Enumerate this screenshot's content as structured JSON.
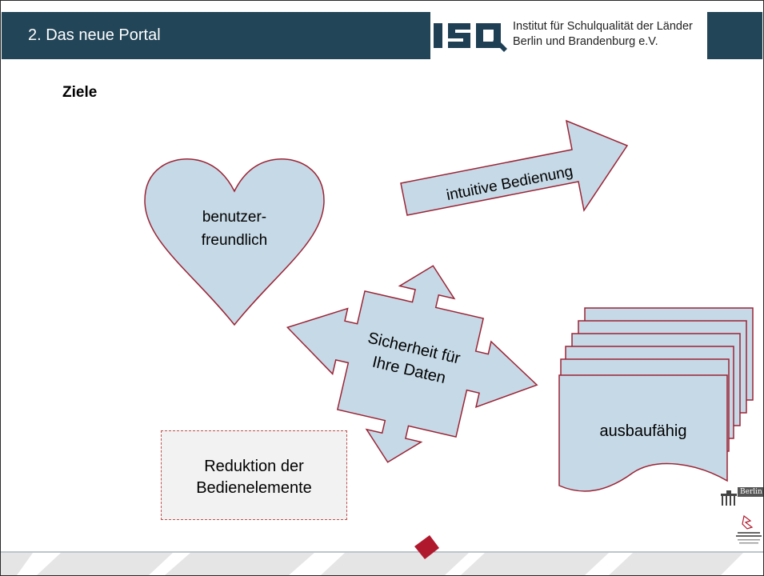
{
  "header": {
    "title": "2.  Das neue Portal",
    "bar_color": "#224558"
  },
  "logo": {
    "mark": "ISQ",
    "line1": "Institut für Schulqualität der Länder",
    "line2": "Berlin und Brandenburg e.V."
  },
  "subtitle": "Ziele",
  "shapes": {
    "heart": {
      "text_line1": "benutzer-",
      "text_line2": "freundlich"
    },
    "arrow": {
      "text": "intuitive Bedienung"
    },
    "cross": {
      "text_line1": "Sicherheit für",
      "text_line2": "Ihre Daten"
    },
    "documents": {
      "text": "ausbaufähig"
    },
    "reduktion": {
      "text_line1": "Reduktion der",
      "text_line2": "Bedienelemente"
    }
  },
  "footer_logos": {
    "berlin": "Berlin",
    "brandenburg": "LAND BRANDENBURG"
  },
  "colors": {
    "shape_fill": "#c6d9e6",
    "shape_stroke": "#9b2335",
    "dashed_border": "#c0504d",
    "box_fill": "#f2f2f2"
  }
}
